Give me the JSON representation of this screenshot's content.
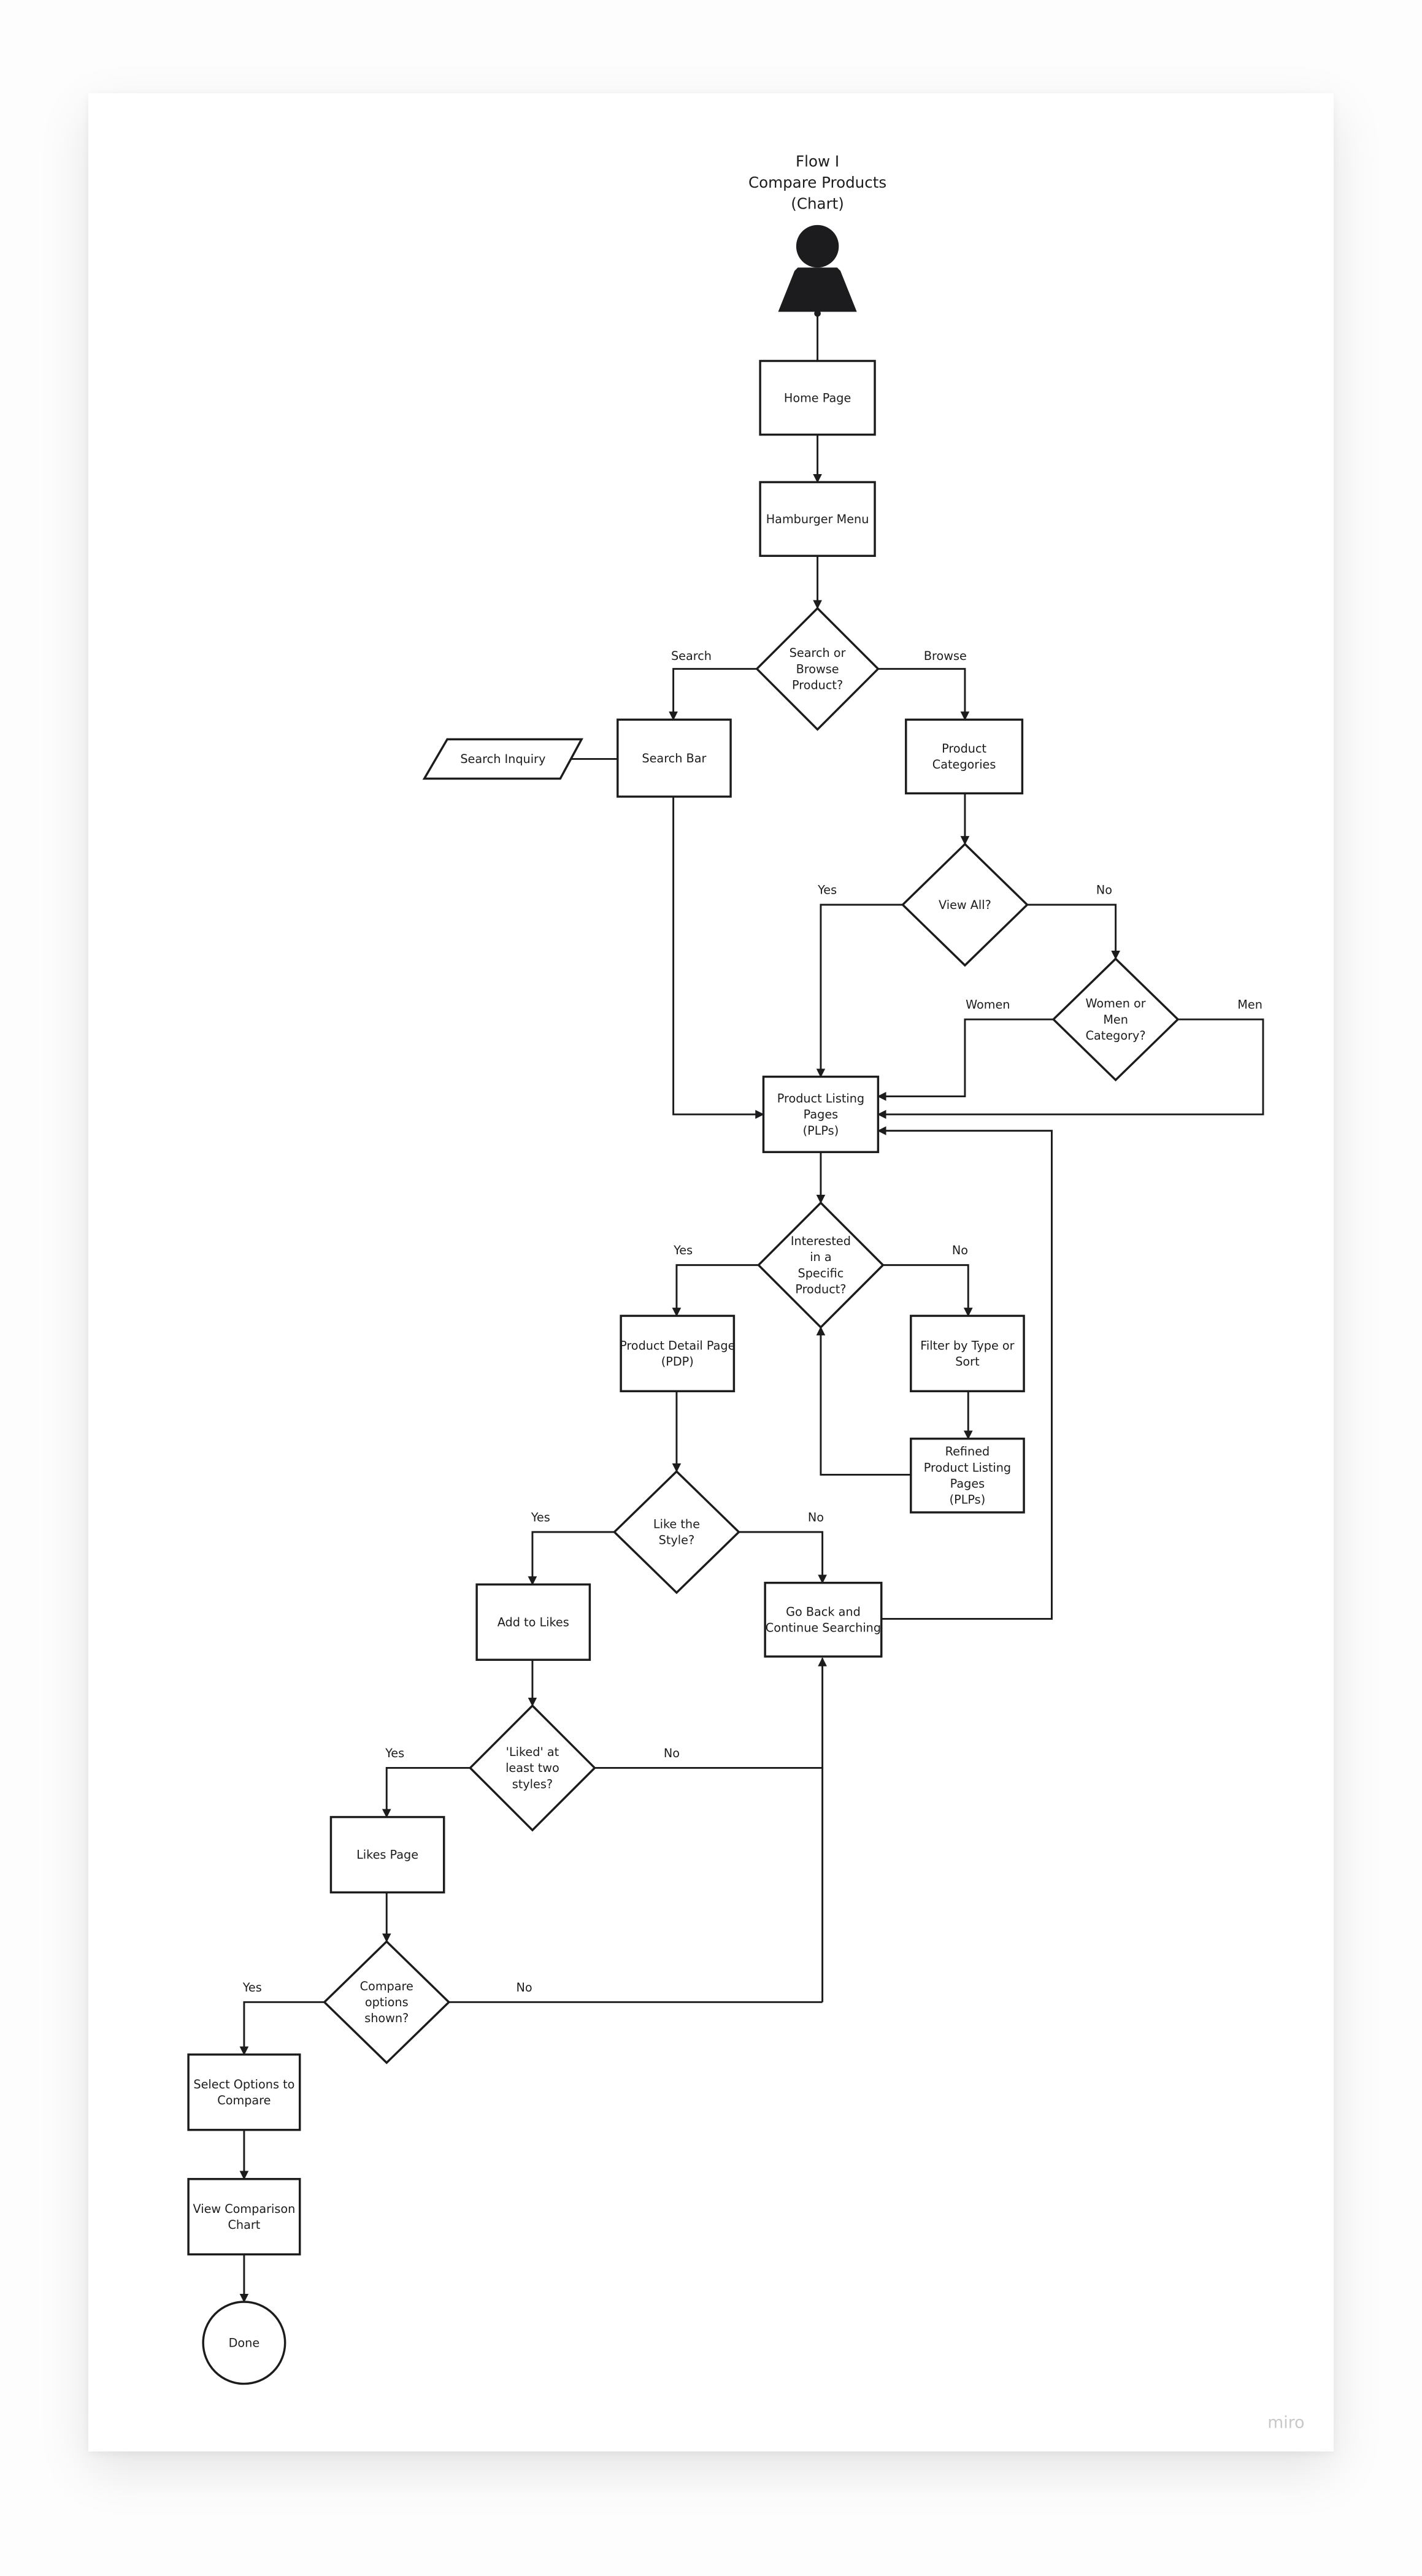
{
  "title": [
    "Flow I",
    "Compare Products",
    "(Chart)"
  ],
  "watermark": "miro",
  "nodes": {
    "home": [
      "Home Page"
    ],
    "hamburger": [
      "Hamburger Menu"
    ],
    "search_or_browse": [
      "Search or",
      "Browse",
      "Product?"
    ],
    "search_bar": [
      "Search Bar"
    ],
    "search_inquiry": [
      "Search Inquiry"
    ],
    "product_categories": [
      "Product",
      "Categories"
    ],
    "view_all": [
      "View All?"
    ],
    "women_or_men": [
      "Women or",
      "Men",
      "Category?"
    ],
    "plp": [
      "Product Listing",
      "Pages",
      "(PLPs)"
    ],
    "interested": [
      "Interested",
      "in a",
      "Specific",
      "Product?"
    ],
    "pdp": [
      "Product Detail Page",
      "(PDP)"
    ],
    "filter": [
      "Filter by Type or",
      "Sort"
    ],
    "refined": [
      "Refined",
      "Product Listing",
      "Pages",
      "(PLPs)"
    ],
    "like_style": [
      "Like the",
      "Style?"
    ],
    "add_likes": [
      "Add to Likes"
    ],
    "go_back": [
      "Go Back and",
      "Continue Searching"
    ],
    "liked_two": [
      "'Liked' at",
      "least two",
      "styles?"
    ],
    "likes_page": [
      "Likes Page"
    ],
    "compare_shown": [
      "Compare",
      "options",
      "shown?"
    ],
    "select_options": [
      "Select Options to",
      "Compare"
    ],
    "view_chart": [
      "View Comparison",
      "Chart"
    ],
    "done": [
      "Done"
    ]
  },
  "edge_labels": {
    "search": "Search",
    "browse": "Browse",
    "viewall_yes": "Yes",
    "viewall_no": "No",
    "women": "Women",
    "men": "Men",
    "interested_yes": "Yes",
    "interested_no": "No",
    "like_yes": "Yes",
    "like_no": "No",
    "liked_yes": "Yes",
    "liked_no": "No",
    "compare_yes": "Yes",
    "compare_no": "No"
  }
}
